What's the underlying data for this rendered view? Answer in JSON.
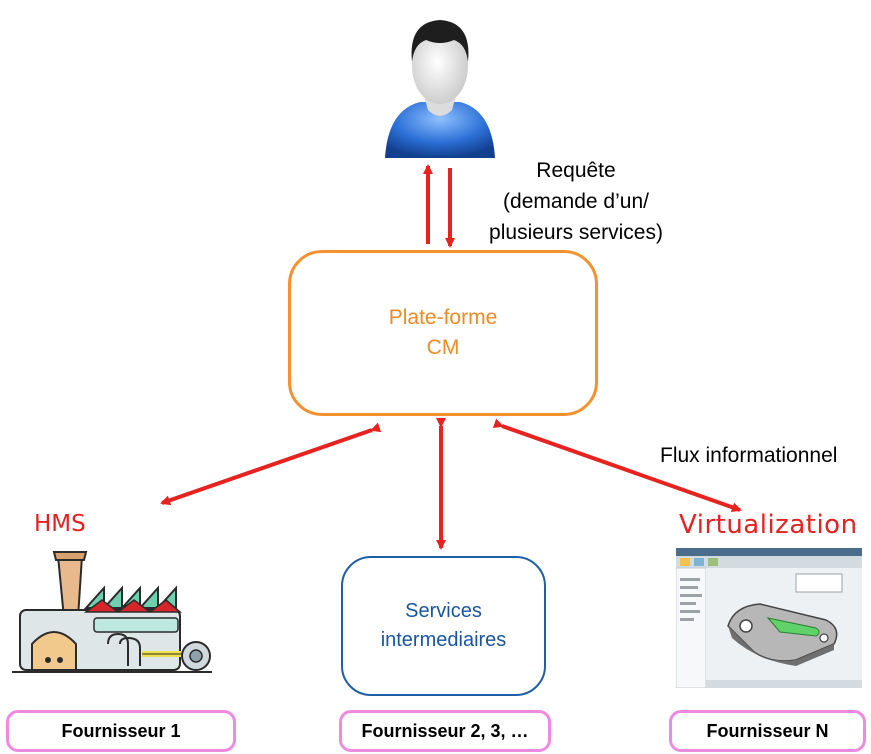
{
  "request": {
    "line1": "Requête",
    "line2": "(demande d’un/",
    "line3": "plusieurs services)"
  },
  "platform": {
    "line1": "Plate-forme",
    "line2": "CM"
  },
  "flux_label": "Flux informationnel",
  "hms_label": "HMS",
  "virtualization_label": "Virtualization",
  "services": {
    "line1": "Services",
    "line2": "intermediaires"
  },
  "suppliers": {
    "s1": "Fournisseur 1",
    "s2": "Fournisseur 2, 3, …",
    "sn": "Fournisseur N"
  },
  "colors": {
    "arrow": "#e8221f",
    "platform_border": "#f5922f",
    "services_border": "#1f5fa8",
    "supplier_border": "#ee8be0"
  }
}
